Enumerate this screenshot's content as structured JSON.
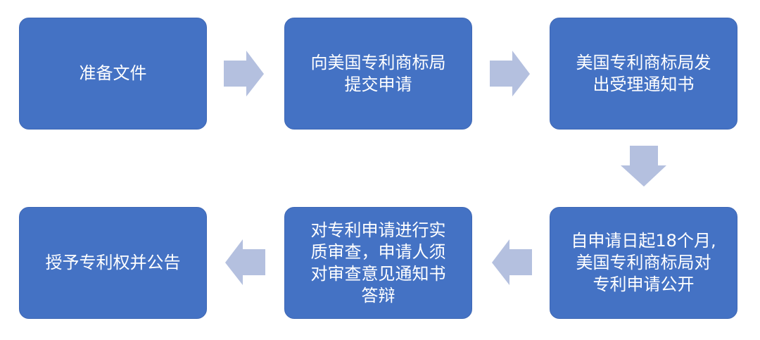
{
  "colors": {
    "box": "#4472C4",
    "arrow": "#B4C0DF",
    "text": "#FFFFFF"
  },
  "steps": [
    {
      "lines": [
        "准备文件"
      ]
    },
    {
      "lines": [
        "向美国专利商标局",
        "提交申请"
      ]
    },
    {
      "lines": [
        "美国专利商标局发",
        "出受理通知书"
      ]
    },
    {
      "lines": [
        "自申请日起18个月,",
        "美国专利商标局对",
        "专利申请公开"
      ]
    },
    {
      "lines": [
        "对专利申请进行实",
        "质审查，申请人须",
        "对审查意见通知书",
        "答辩"
      ]
    },
    {
      "lines": [
        "授予专利权并公告"
      ]
    }
  ]
}
